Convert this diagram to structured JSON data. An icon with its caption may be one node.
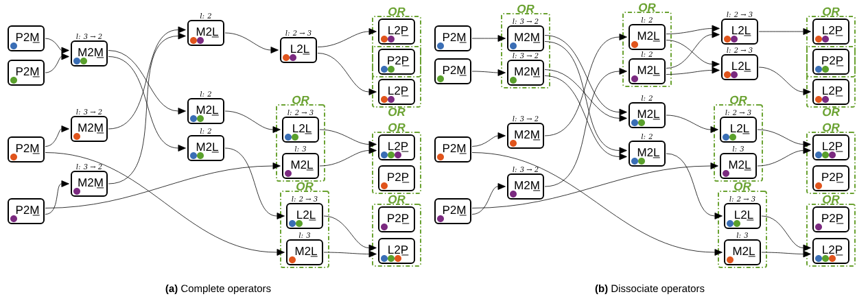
{
  "diagram": {
    "nodes": [
      {
        "text": [
          "P2M"
        ]
      },
      {
        "text": [
          "P2M"
        ]
      },
      {
        "text": [
          "P2M"
        ]
      },
      {
        "text": [
          "P2M"
        ]
      },
      {
        "text": [
          "M2M"
        ],
        "beside": [
          "l: 3 → 2"
        ]
      },
      {
        "text": [
          "M2M"
        ],
        "beside": [
          "l: 3 → 2"
        ]
      },
      {
        "text": [
          "M2M"
        ],
        "beside": [
          "l: 3 → 2"
        ]
      },
      {
        "text": [
          "M2L"
        ],
        "beside": [
          "l: 2"
        ]
      },
      {
        "text": [
          "M2L"
        ],
        "beside": [
          "l: 2"
        ]
      },
      {
        "text": [
          "M2L"
        ],
        "beside": [
          "l: 2"
        ]
      },
      {
        "text": [
          "L2L"
        ],
        "beside": [
          "l: 2 → 3"
        ]
      },
      {
        "text": [
          "OR"
        ]
      },
      {
        "text": [
          "L2L"
        ],
        "beside": [
          "l: 2 → 3"
        ],
        "in": 11
      },
      {
        "text": [
          "M2L"
        ],
        "beside": [
          "l: 3"
        ],
        "in": 11
      },
      {
        "text": [
          "OR"
        ]
      },
      {
        "text": [
          "L2L"
        ],
        "beside": [
          "l: 2 → 3"
        ],
        "in": 14
      },
      {
        "text": [
          "M2L"
        ],
        "beside": [
          "l: 3"
        ],
        "in": 14
      },
      {
        "text": [
          "OR"
        ]
      },
      {
        "text": [
          "L2P"
        ],
        "in": 17
      },
      {
        "text": [
          "OR"
        ]
      },
      {
        "text": [
          "P2P"
        ]
      },
      {
        "text": [
          "L2P"
        ],
        "in": 19
      },
      {
        "text": [
          "OR"
        ]
      },
      {
        "text": [
          "L2P"
        ],
        "in": 22
      },
      {
        "text": [
          "P2P"
        ],
        "in": 22
      },
      {
        "text": [
          "OR"
        ]
      },
      {
        "text": [
          "P2P"
        ],
        "in": 25
      },
      {
        "text": [
          "L2P"
        ],
        "in": 25
      },
      {
        "text": [
          "P2M"
        ]
      },
      {
        "text": [
          "P2M"
        ]
      },
      {
        "text": [
          "P2M"
        ]
      },
      {
        "text": [
          "P2M"
        ]
      },
      {
        "text": [
          "OR"
        ]
      },
      {
        "text": [
          "M2M"
        ],
        "beside": [
          "l: 3 → 2"
        ],
        "in": 32
      },
      {
        "text": [
          "M2M"
        ],
        "beside": [
          "l: 3 → 2"
        ],
        "in": 32
      },
      {
        "text": [
          "M2M"
        ],
        "beside": [
          "l: 3 → 2"
        ]
      },
      {
        "text": [
          "M2M"
        ],
        "beside": [
          "l: 3 → 2"
        ]
      },
      {
        "text": [
          "OR"
        ]
      },
      {
        "text": [
          "M2L"
        ],
        "beside": [
          "l: 2"
        ],
        "in": 37
      },
      {
        "text": [
          "M2L"
        ],
        "beside": [
          "l: 2"
        ],
        "in": 37
      },
      {
        "text": [
          "M2L"
        ],
        "beside": [
          "l: 2"
        ]
      },
      {
        "text": [
          "M2L"
        ],
        "beside": [
          "l: 2"
        ]
      },
      {
        "text": [
          "L2L"
        ],
        "beside": [
          "l: 2 → 3"
        ]
      },
      {
        "text": [
          "L2L"
        ],
        "beside": [
          "l: 2 → 3"
        ]
      },
      {
        "text": [
          "OR"
        ]
      },
      {
        "text": [
          "L2L"
        ],
        "beside": [
          "l: 2 → 3"
        ],
        "in": 44
      },
      {
        "text": [
          "M2L"
        ],
        "beside": [
          "l: 3"
        ],
        "in": 44
      },
      {
        "text": [
          "OR"
        ]
      },
      {
        "text": [
          "L2L"
        ],
        "beside": [
          "l: 2 → 3"
        ],
        "in": 47
      },
      {
        "text": [
          "M2L"
        ],
        "beside": [
          "l: 3"
        ],
        "in": 47
      },
      {
        "text": [
          "OR"
        ]
      },
      {
        "text": [
          "L2P"
        ],
        "in": 50
      },
      {
        "text": [
          "OR"
        ]
      },
      {
        "text": [
          "P2P"
        ]
      },
      {
        "text": [
          "L2P"
        ],
        "in": 52
      },
      {
        "text": [
          "OR"
        ]
      },
      {
        "text": [
          "L2P"
        ],
        "in": 55
      },
      {
        "text": [
          "P2P"
        ],
        "in": 55
      },
      {
        "text": [
          "OR"
        ]
      },
      {
        "text": [
          "P2P"
        ],
        "in": 58
      },
      {
        "text": [
          "L2P"
        ],
        "in": 58
      }
    ],
    "edges": [
      {
        "from": 0,
        "to": 4,
        "arrow": "to"
      },
      {
        "from": 1,
        "to": 4,
        "arrow": "to"
      },
      {
        "from": 2,
        "to": 5,
        "arrow": "to"
      },
      {
        "from": 3,
        "to": 6,
        "arrow": "to"
      },
      {
        "from": 2,
        "to": 16,
        "arrow": "to"
      },
      {
        "from": 3,
        "to": 13,
        "arrow": "to"
      },
      {
        "from": 4,
        "to": 8,
        "arrow": "to"
      },
      {
        "from": 4,
        "to": 9,
        "arrow": "to"
      },
      {
        "from": 5,
        "to": 7,
        "arrow": "to"
      },
      {
        "from": 6,
        "to": 7,
        "arrow": "to"
      },
      {
        "from": 7,
        "to": 10,
        "arrow": "to"
      },
      {
        "from": 10,
        "to": 18,
        "arrow": "to"
      },
      {
        "from": 10,
        "to": 21,
        "arrow": "to"
      },
      {
        "from": 8,
        "to": 12,
        "arrow": "to"
      },
      {
        "from": 9,
        "to": 15,
        "arrow": "to"
      },
      {
        "from": 12,
        "to": 23,
        "arrow": "to"
      },
      {
        "from": 13,
        "to": 23,
        "arrow": "to"
      },
      {
        "from": 15,
        "to": 27,
        "arrow": "to"
      },
      {
        "from": 16,
        "to": 27,
        "arrow": "to"
      },
      {
        "from": 28,
        "to": 33,
        "arrow": "to"
      },
      {
        "from": 29,
        "to": 34,
        "arrow": "to"
      },
      {
        "from": 30,
        "to": 35,
        "arrow": "to"
      },
      {
        "from": 31,
        "to": 36,
        "arrow": "to"
      },
      {
        "from": 33,
        "to": 40,
        "arrow": "to"
      },
      {
        "from": 33,
        "to": 41,
        "arrow": "to"
      },
      {
        "from": 34,
        "to": 40,
        "arrow": "to"
      },
      {
        "from": 34,
        "to": 41,
        "arrow": "to"
      },
      {
        "from": 35,
        "to": 38,
        "arrow": "to"
      },
      {
        "from": 36,
        "to": 39,
        "arrow": "to"
      },
      {
        "from": 38,
        "to": 42,
        "arrow": "to"
      },
      {
        "from": 38,
        "to": 43,
        "arrow": "to"
      },
      {
        "from": 39,
        "to": 42,
        "arrow": "to"
      },
      {
        "from": 39,
        "to": 43,
        "arrow": "to"
      },
      {
        "from": 42,
        "to": 51,
        "arrow": "to"
      },
      {
        "from": 43,
        "to": 54,
        "arrow": "to"
      },
      {
        "from": 40,
        "to": 45,
        "arrow": "to"
      },
      {
        "from": 41,
        "to": 48,
        "arrow": "to"
      },
      {
        "from": 30,
        "to": 49,
        "arrow": "to"
      },
      {
        "from": 31,
        "to": 46,
        "arrow": "to"
      },
      {
        "from": 45,
        "to": 56,
        "arrow": "to"
      },
      {
        "from": 46,
        "to": 56,
        "arrow": "to"
      },
      {
        "from": 48,
        "to": 60,
        "arrow": "to"
      },
      {
        "from": 49,
        "to": 60,
        "arrow": "to"
      }
    ],
    "labels": [
      "**(a)** Complete operators",
      "**(b)** Dissociate operators"
    ]
  }
}
